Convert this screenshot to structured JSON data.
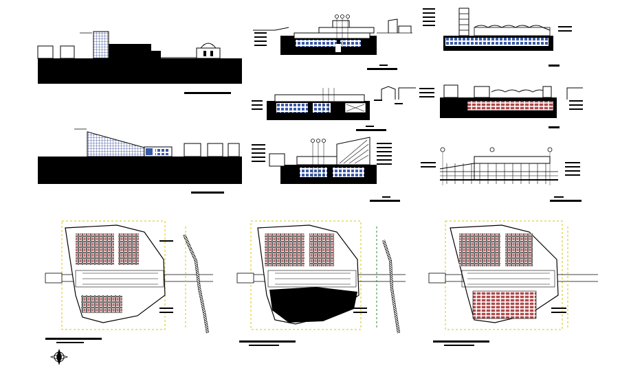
{
  "sheet": {
    "description_none": "",
    "colors": {
      "ink": "#000000",
      "paper": "#ffffff",
      "glass_blue": "#3a5aa8",
      "brick_red": "#b0484a",
      "site_yellow": "#d9c400",
      "site_green": "#2c8a2c",
      "grid_gray": "#7a7a7a"
    },
    "drawings": {
      "elevations": [
        "elevation-1",
        "elevation-2"
      ],
      "sections": [
        "section-1",
        "section-2",
        "section-3",
        "section-4",
        "section-5",
        "section-6"
      ],
      "plans": [
        "plan-1",
        "plan-2",
        "plan-3"
      ]
    },
    "icons": {
      "north_arrow": "north-arrow-icon"
    }
  }
}
